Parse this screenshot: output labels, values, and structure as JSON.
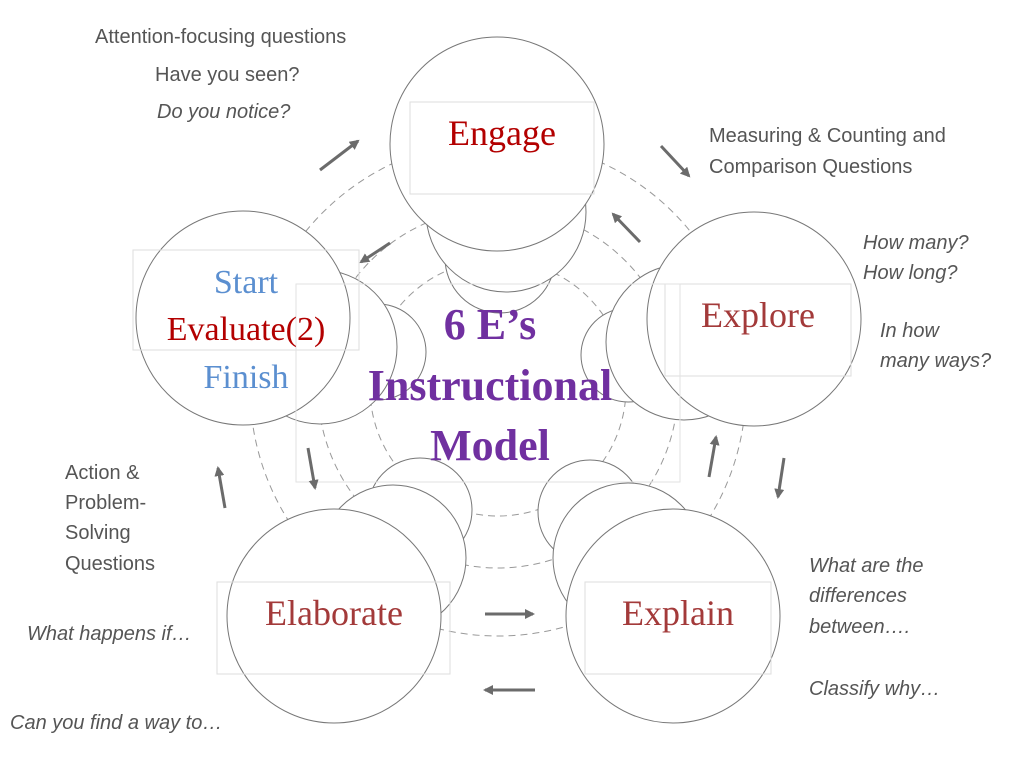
{
  "center": {
    "line1": "6 E’s",
    "line2": "Instructional",
    "line3": "Model"
  },
  "nodes": {
    "engage": "Engage",
    "explore": "Explore",
    "explain": "Explain",
    "elaborate": "Elaborate",
    "evaluate": {
      "start": "Start",
      "label": "Evaluate(2)",
      "finish": "Finish"
    }
  },
  "questions": {
    "engage": {
      "heading": "Attention-focusing questions",
      "q1": "Have you seen?",
      "q2": "Do you notice?"
    },
    "explore": {
      "heading_line1": "Measuring & Counting and",
      "heading_line2": "Comparison Questions",
      "q1": "How many?",
      "q2": "How long?",
      "q3_line1": "In how",
      "q3_line2": "many ways?"
    },
    "explain": {
      "q1_line1": "What are the",
      "q1_line2": "differences",
      "q1_line3": "between….",
      "q2": "Classify why…"
    },
    "elaborate": {
      "heading_line1": "Action &",
      "heading_line2": "Problem-",
      "heading_line3": "Solving",
      "heading_line4": "Questions",
      "q1": "What happens if…",
      "q2": "Can you find a way to…"
    }
  },
  "colors": {
    "engage": "#b30000",
    "node_text": "#a33a3a",
    "evaluate": "#b30000",
    "start_finish": "#5b8fd0",
    "center": "#7030a0",
    "question_text": "#555555",
    "arrow": "#6b6b6b",
    "circle_stroke": "#777777",
    "dashed_ring": "#999999"
  }
}
